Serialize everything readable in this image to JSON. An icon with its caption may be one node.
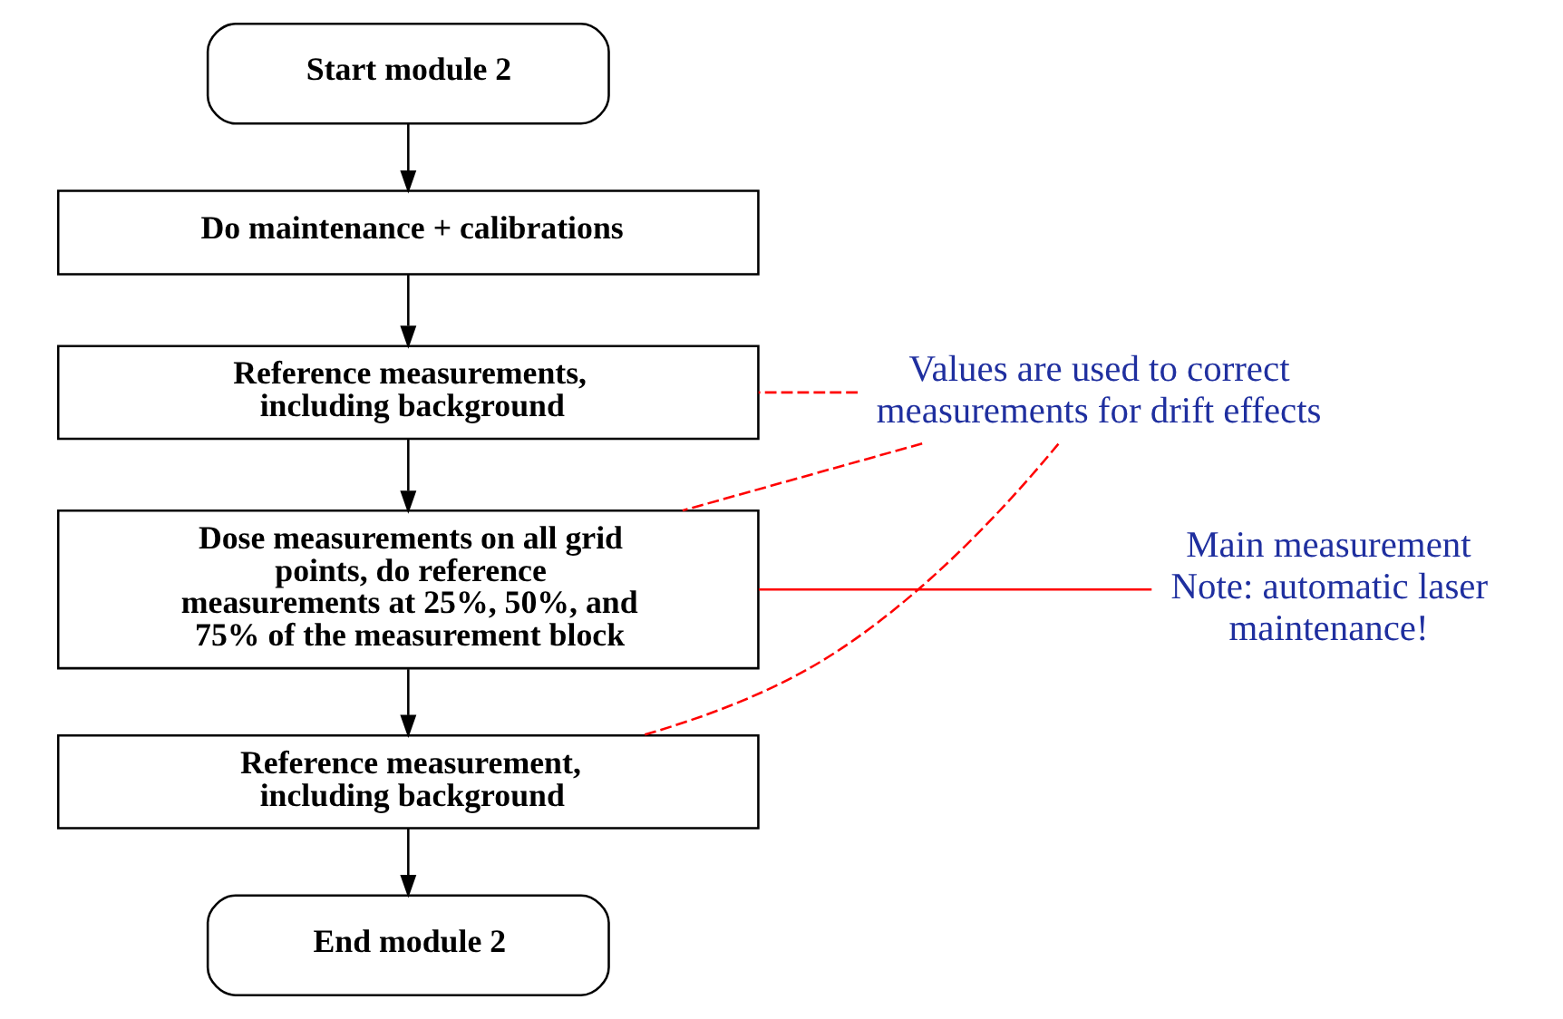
{
  "diagram": {
    "nodes": [
      {
        "text": [
          "Start module 2"
        ]
      },
      {
        "text": [
          "Do maintenance + calibrations"
        ]
      },
      {
        "text": [
          "Reference measurements, including background"
        ]
      },
      {
        "text": [
          "Dose measurements on all grid points, do reference measurements at 25%, 50%, and 75% of the measurement block"
        ]
      },
      {
        "text": [
          "Reference measurement, including background"
        ]
      },
      {
        "text": [
          "End module 2"
        ]
      },
      {
        "text": [
          "Values are used to correct measurements for drift effects"
        ]
      },
      {
        "text": [
          "Main measurement",
          "Note: automatic laser maintenance!"
        ]
      }
    ],
    "edges": [
      {
        "from": 0,
        "to": 1,
        "arrow": "to"
      },
      {
        "from": 1,
        "to": 2,
        "arrow": "to"
      },
      {
        "from": 2,
        "to": 3,
        "arrow": "to"
      },
      {
        "from": 3,
        "to": 4,
        "arrow": "to"
      },
      {
        "from": 4,
        "to": 5,
        "arrow": "to"
      },
      {
        "from": 6,
        "to": 2,
        "arrow": "none",
        "style": "dashed",
        "color": "#ff0000"
      },
      {
        "from": 6,
        "to": 3,
        "arrow": "none",
        "style": "dashed",
        "color": "#ff0000"
      },
      {
        "from": 6,
        "to": 4,
        "arrow": "none",
        "style": "dashed",
        "color": "#ff0000"
      },
      {
        "from": 7,
        "to": 3,
        "arrow": "none",
        "color": "#ff0000"
      }
    ]
  }
}
